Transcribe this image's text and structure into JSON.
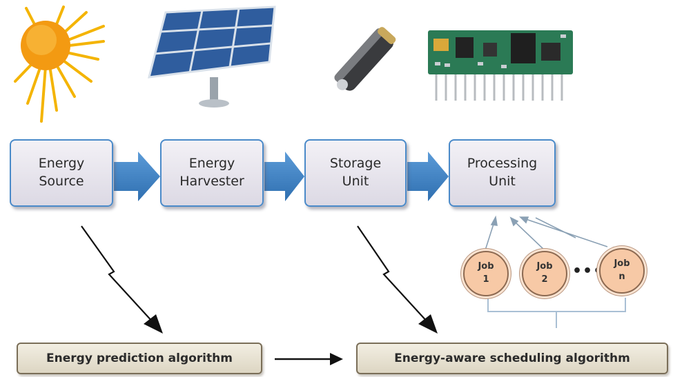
{
  "pipeline": {
    "energy_source": "Energy\nSource",
    "energy_harvester": "Energy\nHarvester",
    "storage_unit": "Storage\nUnit",
    "processing_unit": "Processing\nUnit"
  },
  "jobs": [
    {
      "label": "Job\n1"
    },
    {
      "label": "Job\n2"
    },
    {
      "label": "Job\nn"
    }
  ],
  "jobs_ellipsis": "•••",
  "algorithms": {
    "prediction": "Energy prediction algorithm",
    "scheduling": "Energy-aware scheduling algorithm"
  },
  "icons": {
    "sun": "sun-icon",
    "solar_panel": "solar-panel-icon",
    "battery": "battery-icon",
    "circuit_board": "circuit-board-icon"
  },
  "colors": {
    "box_border": "#4a8ac9",
    "flow_arrow": "#3f7fc1",
    "job_fill": "#f7c9a6",
    "algo_fill": "#e8e2d0"
  }
}
